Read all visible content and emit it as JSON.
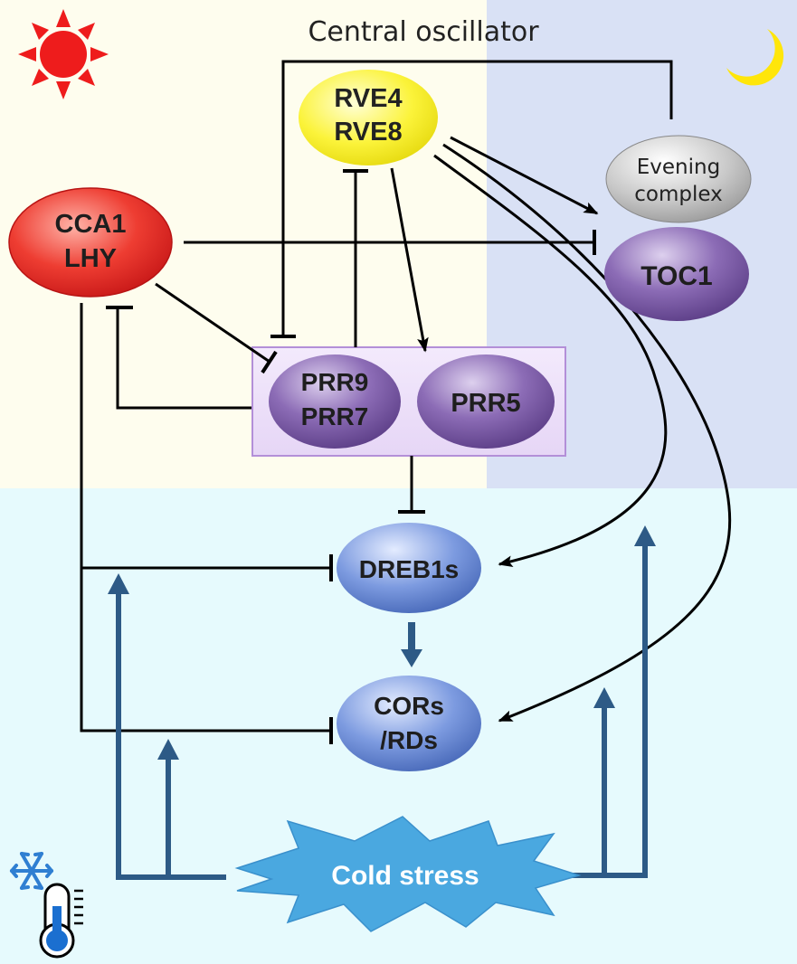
{
  "title": "Central oscillator",
  "nodes": {
    "rve": {
      "line1": "RVE4",
      "line2": "RVE8"
    },
    "cca1": {
      "line1": "CCA1",
      "line2": "LHY"
    },
    "evening": {
      "line1": "Evening",
      "line2": "complex"
    },
    "toc1": {
      "label": "TOC1"
    },
    "prr97": {
      "line1": "PRR9",
      "line2": "PRR7"
    },
    "prr5": {
      "label": "PRR5"
    },
    "dreb1": {
      "label": "DREB1s"
    },
    "cors": {
      "line1": "CORs",
      "line2": "/RDs"
    },
    "cold": {
      "label": "Cold stress"
    }
  },
  "icons": [
    "sun-icon",
    "moon-icon",
    "snowflake-icon",
    "thermometer-icon"
  ],
  "colors": {
    "day_bg": "#fefdee",
    "night_bg": "#d9e1f5",
    "cold_bg": "#e6fafd",
    "arrow_cold": "#2d5a86",
    "sun": "#ee1c1c",
    "moon": "#ffe60a",
    "rve": "#fbf33a",
    "cca1": "#e83a3a",
    "purple": "#7b5aa3",
    "evening": "#bdbdbd",
    "blue_node": "#6f8fd0",
    "cold_burst": "#4aa8e0"
  }
}
